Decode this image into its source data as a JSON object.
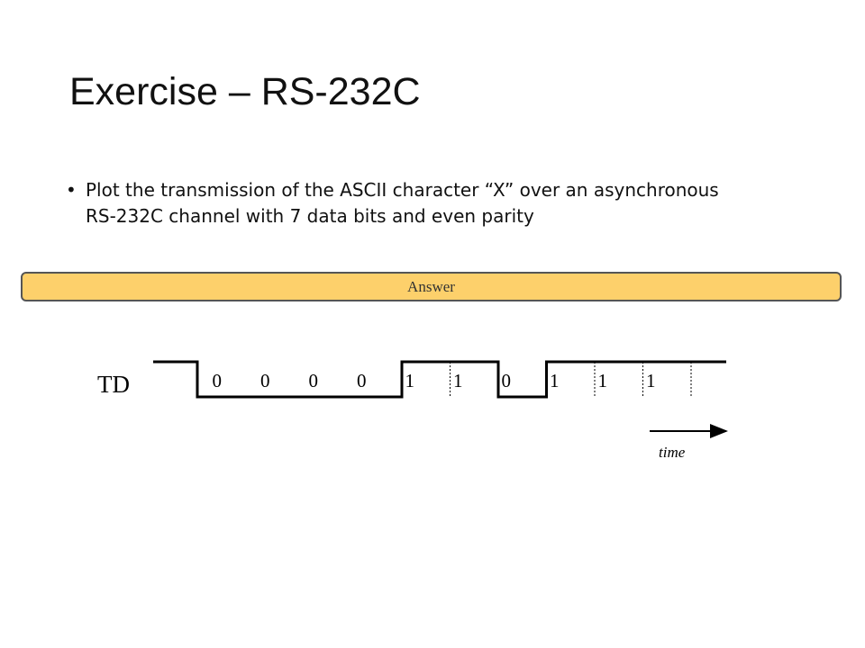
{
  "slide": {
    "title": "Exercise – RS-232C",
    "bullet_symbol": "•",
    "bullet_text": "Plot the transmission of the ASCII character “X” over an asynchronous RS-232C channel with 7 data bits and even parity"
  },
  "answer": {
    "label": "Answer",
    "color": "#fdd06b"
  },
  "waveform": {
    "signal_label": "TD",
    "bits": [
      "0",
      "0",
      "0",
      "0",
      "1",
      "1",
      "0",
      "1",
      "1",
      "1"
    ],
    "time_label": "time"
  }
}
